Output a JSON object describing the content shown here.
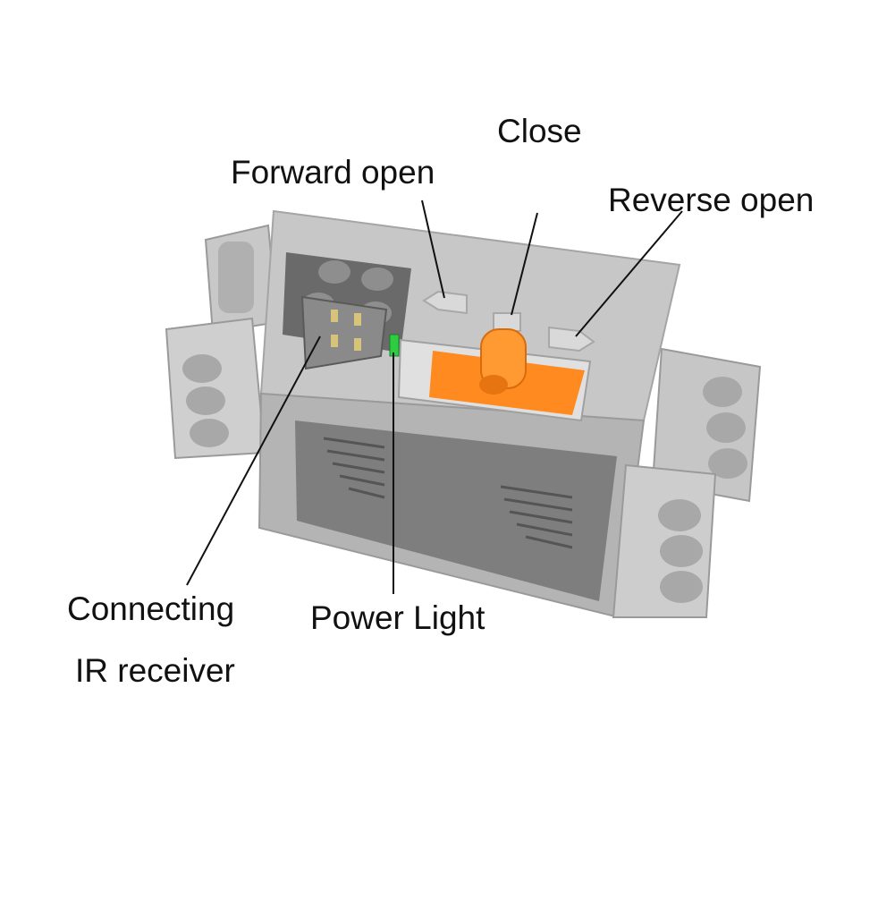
{
  "labels": {
    "close": "Close",
    "forward_open": "Forward open",
    "reverse_open": "Reverse open",
    "connecting": "Connecting",
    "ir_receiver": "IR receiver",
    "power_light": "Power Light"
  },
  "colors": {
    "body_gray": "#b9b9b9",
    "dark_gray": "#7b7b7b",
    "switch_orange": "#ff8a1f",
    "led_green": "#2ecc40",
    "leader_line": "#111111"
  }
}
